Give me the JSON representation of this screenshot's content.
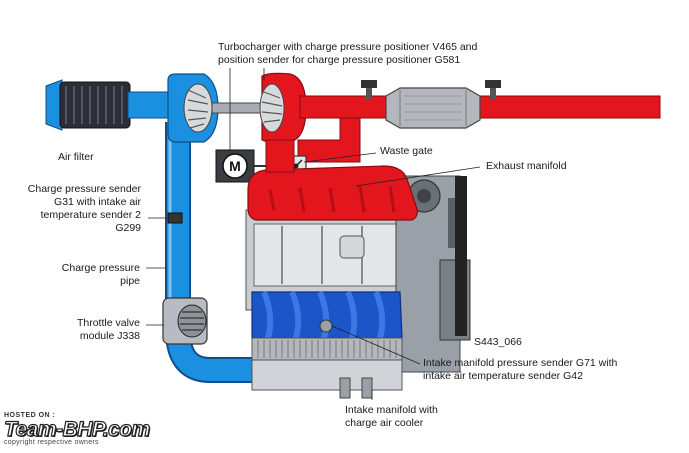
{
  "labels": {
    "turbocharger": [
      "Turbocharger with charge pressure positioner V465 and",
      "position sender for charge pressure positioner G581"
    ],
    "air_filter": [
      "Air filter"
    ],
    "waste_gate": [
      "Waste gate"
    ],
    "exhaust_manifold": [
      "Exhaust manifold"
    ],
    "charge_pressure_sender": [
      "Charge pressure sender",
      "G31 with intake air",
      "temperature sender 2",
      "G299"
    ],
    "charge_pressure_pipe": [
      "Charge pressure",
      "pipe"
    ],
    "throttle_valve": [
      "Throttle valve",
      "module J338"
    ],
    "figure_code": [
      "S443_066"
    ],
    "intake_pressure_sender": [
      "Intake manifold pressure sender G71 with",
      "intake air temperature sender G42"
    ],
    "intake_manifold_cooler": [
      "Intake manifold with",
      "charge air cooler"
    ]
  },
  "motor_symbol": "M",
  "watermark": {
    "hosted": "HOSTED ON :",
    "brand": "Team-BHP.com",
    "copyright": "copyright respective owners"
  },
  "colors": {
    "intake_blue": "#1b8fe0",
    "exhaust_red": "#e3161d",
    "engine_grey": "#c9ccd0",
    "manifold_blue": "#1b55c8"
  },
  "icons": [
    "motor-icon",
    "waste-gate-actuator-icon"
  ]
}
